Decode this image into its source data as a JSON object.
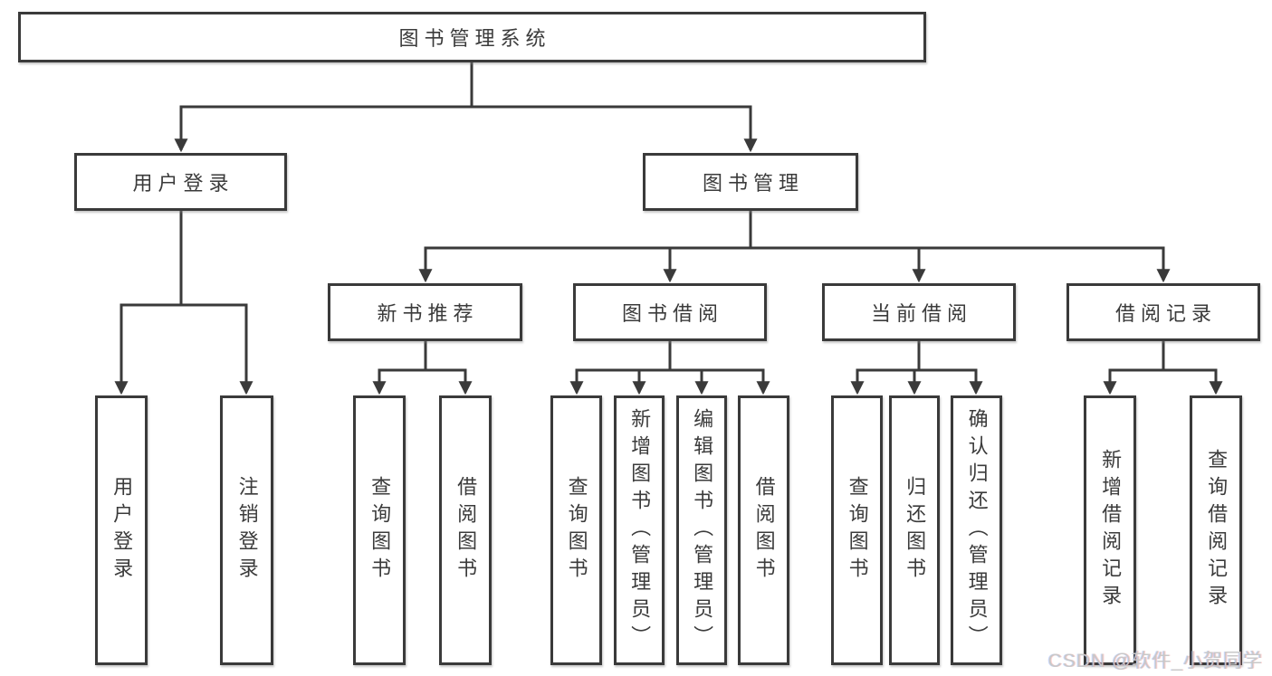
{
  "nodes": {
    "root": {
      "label": "图书管理系统"
    },
    "user_login": {
      "label": "用户登录"
    },
    "book_mgmt": {
      "label": "图书管理"
    },
    "new_book_rec": {
      "label": "新书推荐"
    },
    "book_borrow": {
      "label": "图书借阅"
    },
    "current_borrow": {
      "label": "当前借阅"
    },
    "borrow_records": {
      "label": "借阅记录"
    },
    "login_leaf": {
      "label": "用户登录"
    },
    "logout_leaf": {
      "label": "注销登录"
    },
    "rec_query_books": {
      "label": "查询图书"
    },
    "rec_borrow_books": {
      "label": "借阅图书"
    },
    "bb_query_books": {
      "label": "查询图书"
    },
    "bb_add_books": {
      "label": "新增图书（管理员）"
    },
    "bb_edit_books": {
      "label": "编辑图书（管理员）"
    },
    "bb_borrow_books": {
      "label": "借阅图书"
    },
    "cb_query_books": {
      "label": "查询图书"
    },
    "cb_return_books": {
      "label": "归还图书"
    },
    "cb_confirm_return": {
      "label": "确认归还（管理员）"
    },
    "br_add_record": {
      "label": "新增借阅记录"
    },
    "br_query_record": {
      "label": "查询借阅记录"
    }
  },
  "watermark": {
    "text": "CSDN @软件_小贺同学"
  },
  "colors": {
    "line": "#3a3a3a",
    "text": "#3b3b3b",
    "node_fill": "#ffffff",
    "background": "#ffffff",
    "watermark": "#c8c8c8"
  }
}
